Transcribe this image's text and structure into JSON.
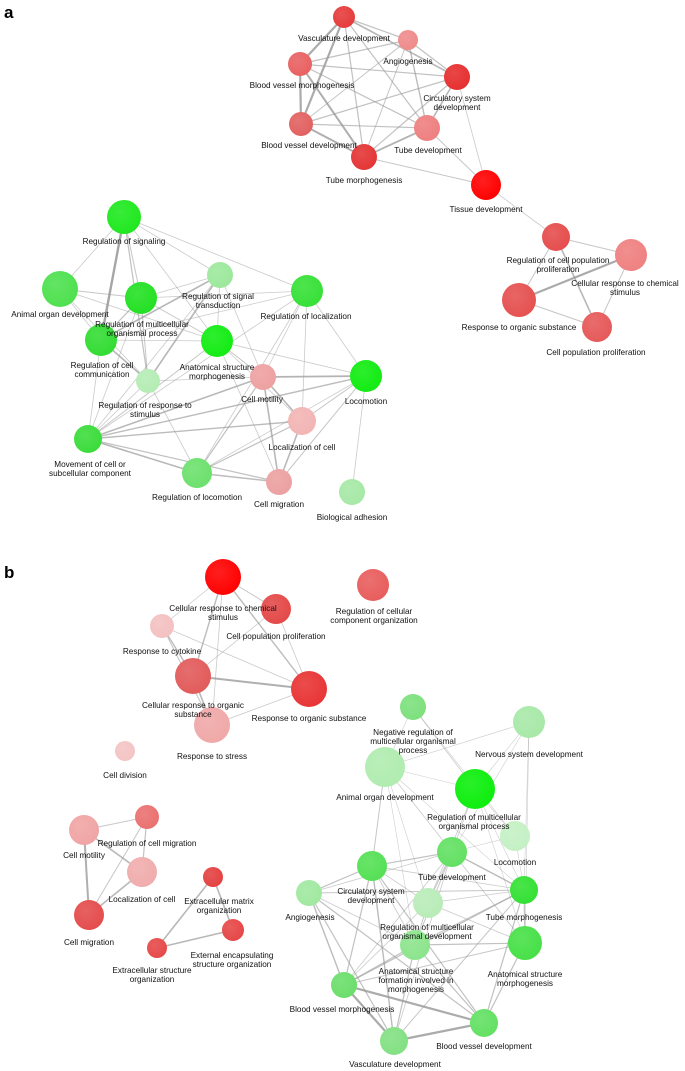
{
  "panels": [
    {
      "id": "a",
      "label": "a",
      "nodes": [
        {
          "id": "vasc",
          "label": [
            "Vasculature development"
          ],
          "color": "#e53a3a"
        },
        {
          "id": "angio",
          "label": [
            "Angiogenesis"
          ],
          "color": "#ef8a8a"
        },
        {
          "id": "bvm",
          "label": [
            "Blood vessel morphogenesis"
          ],
          "color": "#e86060"
        },
        {
          "id": "circ",
          "label": [
            "Circulatory system",
            "development"
          ],
          "color": "#e62e2e"
        },
        {
          "id": "bvd",
          "label": [
            "Blood vessel development"
          ],
          "color": "#e26060"
        },
        {
          "id": "tubedev",
          "label": [
            "Tube development"
          ],
          "color": "#ee7f7f"
        },
        {
          "id": "tubemorph",
          "label": [
            "Tube morphogenesis"
          ],
          "color": "#e43434"
        },
        {
          "id": "tissue",
          "label": [
            "Tissue development"
          ],
          "color": "#ff0000"
        },
        {
          "id": "regcellprol",
          "label": [
            "Regulation of cell population",
            "proliferation"
          ],
          "color": "#e54c4c"
        },
        {
          "id": "cellresp",
          "label": [
            "Cellular response to chemical",
            "stimulus"
          ],
          "color": "#ef8080"
        },
        {
          "id": "resporg",
          "label": [
            "Response to organic substance"
          ],
          "color": "#e55050"
        },
        {
          "id": "cellprol",
          "label": [
            "Cell population proliferation"
          ],
          "color": "#e65858"
        },
        {
          "id": "regsig",
          "label": [
            "Regulation of signaling"
          ],
          "color": "#1ee81e"
        },
        {
          "id": "regsigtrans",
          "label": [
            "Regulation of signal",
            "transduction"
          ],
          "color": "#9ce89c"
        },
        {
          "id": "animorg",
          "label": [
            "Animal organ development"
          ],
          "color": "#4ee04e"
        },
        {
          "id": "regmulti",
          "label": [
            "Regulation of multicellular",
            "organismal process"
          ],
          "color": "#22e022"
        },
        {
          "id": "regloc",
          "label": [
            "Regulation of localization"
          ],
          "color": "#36e036"
        },
        {
          "id": "regcellcomm",
          "label": [
            "Regulation of cell",
            "communication"
          ],
          "color": "#32dc32"
        },
        {
          "id": "anatmorph",
          "label": [
            "Anatomical structure",
            "morphogenesis"
          ],
          "color": "#12ec12"
        },
        {
          "id": "regresp",
          "label": [
            "Regulation of response to",
            "stimulus"
          ],
          "color": "#b4ecb4"
        },
        {
          "id": "motility",
          "label": [
            "Cell motility"
          ],
          "color": "#eea0a0"
        },
        {
          "id": "locomotion",
          "label": [
            "Locomotion"
          ],
          "color": "#10ec10"
        },
        {
          "id": "movement",
          "label": [
            "Movement of cell or",
            "subcellular component"
          ],
          "color": "#3adc3a"
        },
        {
          "id": "loccell",
          "label": [
            "Localization of cell"
          ],
          "color": "#f2b4b4"
        },
        {
          "id": "regloco",
          "label": [
            "Regulation of locomotion"
          ],
          "color": "#6ce06c"
        },
        {
          "id": "cellmig",
          "label": [
            "Cell migration"
          ],
          "color": "#eca0a0"
        },
        {
          "id": "bioadh",
          "label": [
            "Biological adhesion"
          ],
          "color": "#a6e8a6"
        }
      ]
    },
    {
      "id": "b",
      "label": "b",
      "nodes": [
        {
          "id": "b_cellresp",
          "label": [
            "Cellular response to chemical",
            "stimulus"
          ],
          "color": "#ff0000"
        },
        {
          "id": "b_cellprol",
          "label": [
            "Cell population proliferation"
          ],
          "color": "#e44848"
        },
        {
          "id": "b_regcellcomp",
          "label": [
            "Regulation of cellular",
            "component organization"
          ],
          "color": "#e85c5c"
        },
        {
          "id": "b_cytokine",
          "label": [
            "Response to cytokine"
          ],
          "color": "#f4c0c0"
        },
        {
          "id": "b_cellresporg",
          "label": [
            "Cellular response to organic",
            "substance"
          ],
          "color": "#e25a5a"
        },
        {
          "id": "b_resporg",
          "label": [
            "Response to organic substance"
          ],
          "color": "#e83434"
        },
        {
          "id": "b_stress",
          "label": [
            "Response to stress"
          ],
          "color": "#f0a8a8"
        },
        {
          "id": "b_celldiv",
          "label": [
            "Cell division"
          ],
          "color": "#f4c4c4"
        },
        {
          "id": "b_regmig",
          "label": [
            "Regulation of cell migration"
          ],
          "color": "#ea7070"
        },
        {
          "id": "b_motility",
          "label": [
            "Cell motility"
          ],
          "color": "#f0a4a4"
        },
        {
          "id": "b_loccell",
          "label": [
            "Localization of cell"
          ],
          "color": "#f0acac"
        },
        {
          "id": "b_cellmig",
          "label": [
            "Cell migration"
          ],
          "color": "#e44c4c"
        },
        {
          "id": "b_ecm",
          "label": [
            "Extracellular matrix",
            "organization"
          ],
          "color": "#e44040"
        },
        {
          "id": "b_extencap",
          "label": [
            "External encapsulating",
            "structure organization"
          ],
          "color": "#e64646"
        },
        {
          "id": "b_extstruct",
          "label": [
            "Extracellular structure",
            "organization"
          ],
          "color": "#e64848"
        },
        {
          "id": "b_negreg",
          "label": [
            "Negative regulation of",
            "multicellular organismal",
            "process"
          ],
          "color": "#7ce07c"
        },
        {
          "id": "b_nervous",
          "label": [
            "Nervous system development"
          ],
          "color": "#a8e8a8"
        },
        {
          "id": "b_animorg",
          "label": [
            "Animal organ development"
          ],
          "color": "#b0ecb0"
        },
        {
          "id": "b_regmulti1",
          "label": [
            "Regulation of multicellular",
            "organismal process"
          ],
          "color": "#0cee0c"
        },
        {
          "id": "b_locomotion",
          "label": [
            "Locomotion"
          ],
          "color": "#c4f0c4"
        },
        {
          "id": "b_tubedev",
          "label": [
            "Tube development"
          ],
          "color": "#62e062"
        },
        {
          "id": "b_circ",
          "label": [
            "Circulatory system",
            "development"
          ],
          "color": "#54e054"
        },
        {
          "id": "b_angio",
          "label": [
            "Angiogenesis"
          ],
          "color": "#a0e8a0"
        },
        {
          "id": "b_tubemorph",
          "label": [
            "Tube morphogenesis"
          ],
          "color": "#32e032"
        },
        {
          "id": "b_regmulti2",
          "label": [
            "Regulation of multicellular",
            "organismal development"
          ],
          "color": "#b8ecb8"
        },
        {
          "id": "b_anatmorph",
          "label": [
            "Anatomical structure",
            "morphogenesis"
          ],
          "color": "#46e046"
        },
        {
          "id": "b_anatform",
          "label": [
            "Anatomical structure",
            "formation involved in",
            "morphogenesis"
          ],
          "color": "#8ce48c"
        },
        {
          "id": "b_bvm",
          "label": [
            "Blood vessel morphogenesis"
          ],
          "color": "#6ade6a"
        },
        {
          "id": "b_bvd",
          "label": [
            "Blood vessel development"
          ],
          "color": "#62e062"
        },
        {
          "id": "b_vasc",
          "label": [
            "Vasculature development"
          ],
          "color": "#82e082"
        }
      ]
    }
  ]
}
